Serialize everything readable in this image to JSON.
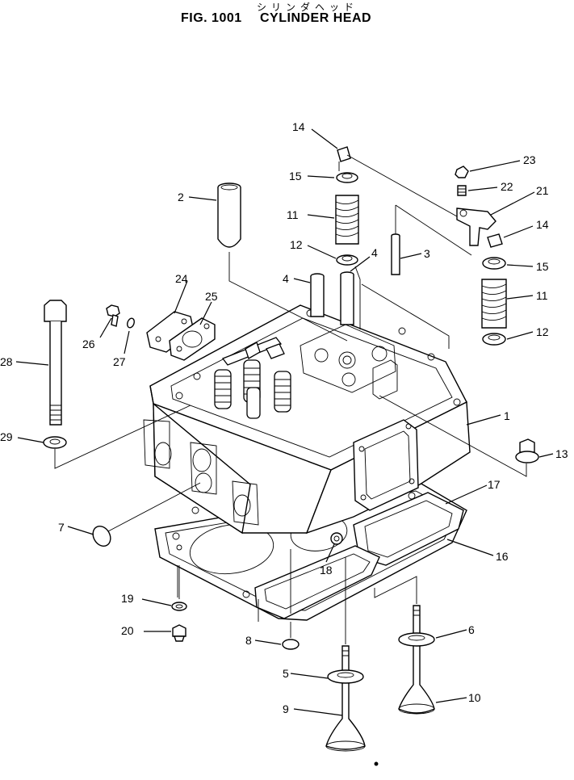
{
  "title": {
    "figure": "FIG. 1001",
    "name": "CYLINDER HEAD",
    "japanese": "シリンダヘッド"
  },
  "callouts": [
    {
      "id": "c1",
      "label": "1"
    },
    {
      "id": "c2",
      "label": "2"
    },
    {
      "id": "c3",
      "label": "3"
    },
    {
      "id": "c4a",
      "label": "4"
    },
    {
      "id": "c4b",
      "label": "4"
    },
    {
      "id": "c5",
      "label": "5"
    },
    {
      "id": "c6",
      "label": "6"
    },
    {
      "id": "c7",
      "label": "7"
    },
    {
      "id": "c8",
      "label": "8"
    },
    {
      "id": "c9",
      "label": "9"
    },
    {
      "id": "c10",
      "label": "10"
    },
    {
      "id": "c11a",
      "label": "11"
    },
    {
      "id": "c11b",
      "label": "11"
    },
    {
      "id": "c12a",
      "label": "12"
    },
    {
      "id": "c12b",
      "label": "12"
    },
    {
      "id": "c13",
      "label": "13"
    },
    {
      "id": "c14a",
      "label": "14"
    },
    {
      "id": "c14b",
      "label": "14"
    },
    {
      "id": "c15a",
      "label": "15"
    },
    {
      "id": "c15b",
      "label": "15"
    },
    {
      "id": "c16",
      "label": "16"
    },
    {
      "id": "c17",
      "label": "17"
    },
    {
      "id": "c18",
      "label": "18"
    },
    {
      "id": "c19",
      "label": "19"
    },
    {
      "id": "c20",
      "label": "20"
    },
    {
      "id": "c21",
      "label": "21"
    },
    {
      "id": "c22",
      "label": "22"
    },
    {
      "id": "c23",
      "label": "23"
    },
    {
      "id": "c24",
      "label": "24"
    },
    {
      "id": "c25",
      "label": "25"
    },
    {
      "id": "c26",
      "label": "26"
    },
    {
      "id": "c27",
      "label": "27"
    },
    {
      "id": "c28",
      "label": "28"
    },
    {
      "id": "c29",
      "label": "29"
    }
  ]
}
